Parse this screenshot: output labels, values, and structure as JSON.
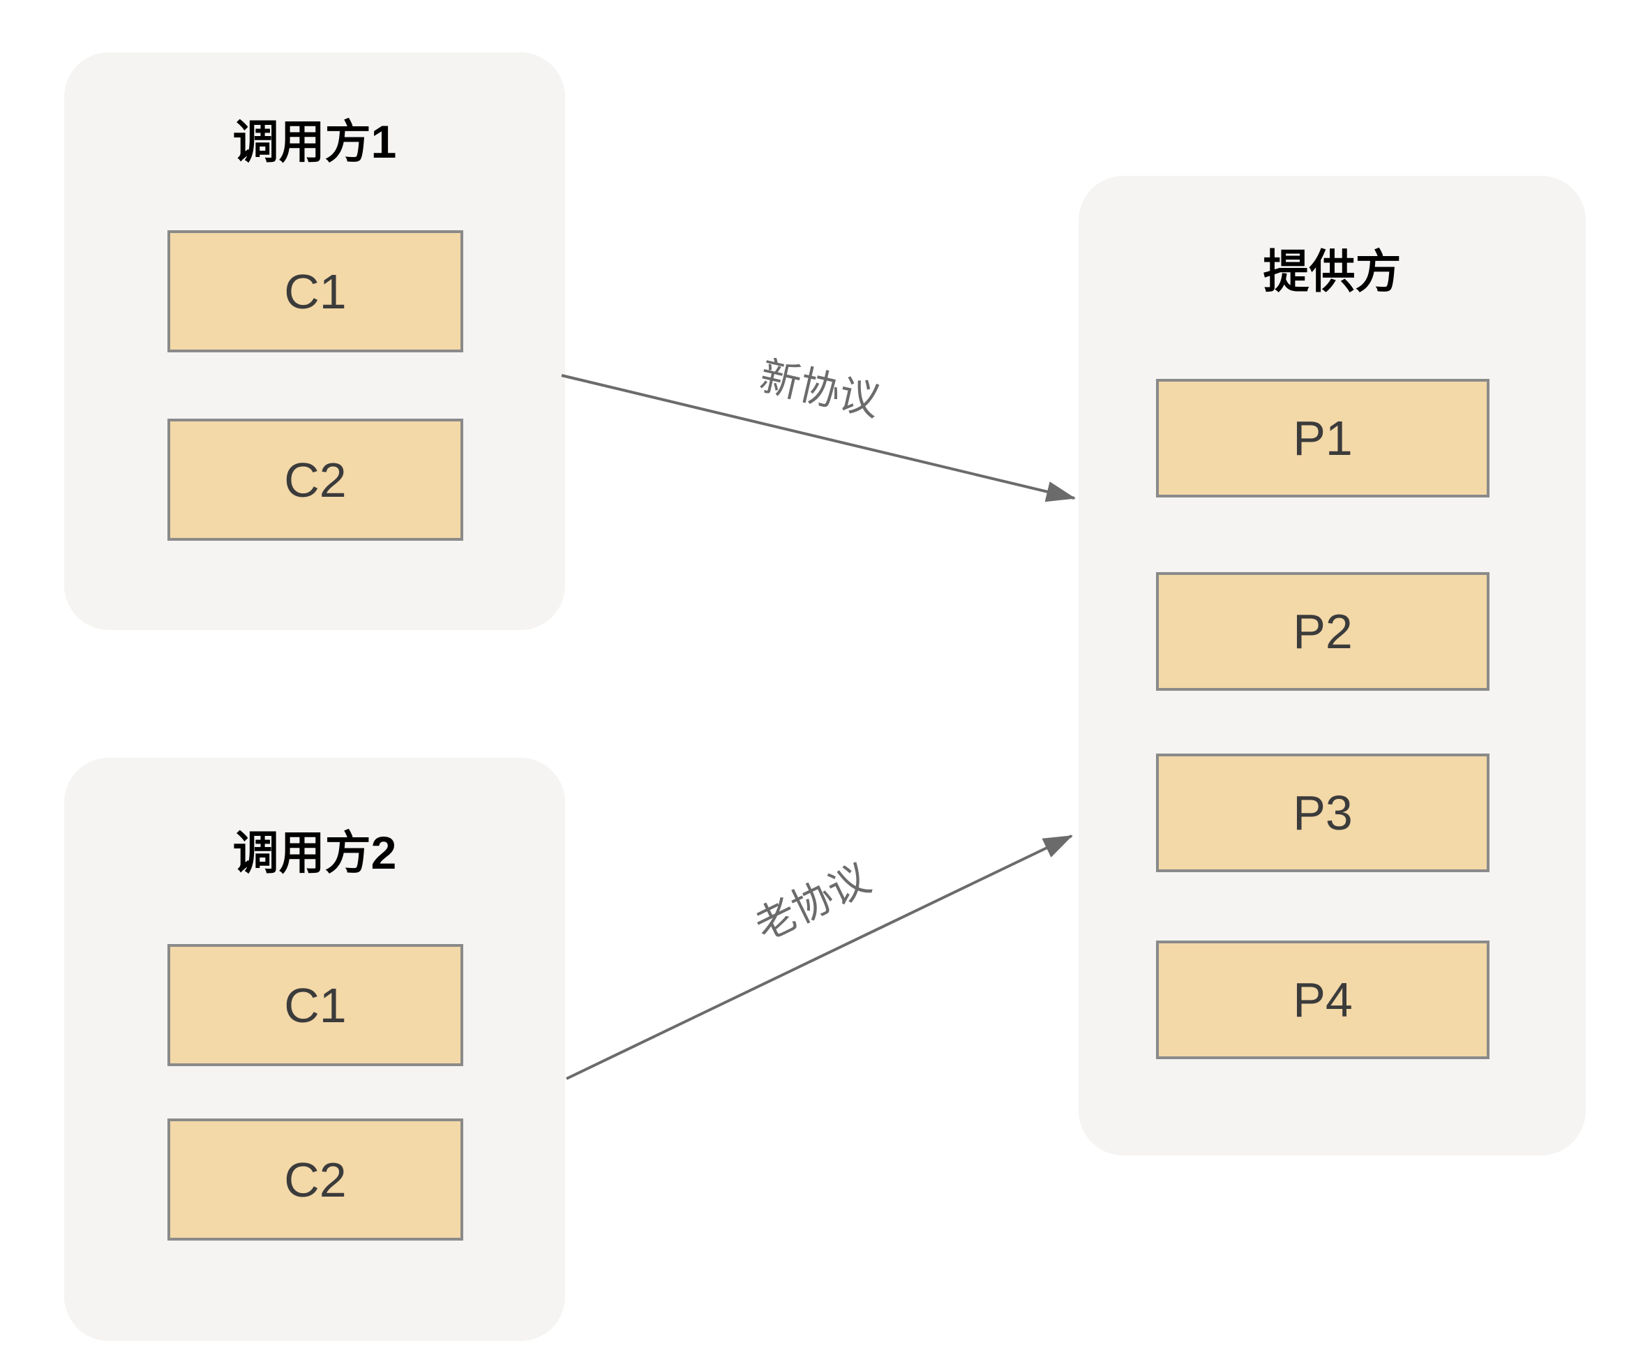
{
  "groups": {
    "caller1": {
      "title": "调用方1",
      "nodes": [
        "C1",
        "C2"
      ]
    },
    "caller2": {
      "title": "调用方2",
      "nodes": [
        "C1",
        "C2"
      ]
    },
    "provider": {
      "title": "提供方",
      "nodes": [
        "P1",
        "P2",
        "P3",
        "P4"
      ]
    }
  },
  "arrows": [
    {
      "label": "新协议",
      "from": "调用方1",
      "to": "提供方"
    },
    {
      "label": "老协议",
      "from": "调用方2",
      "to": "提供方"
    }
  ],
  "colors": {
    "background": "#ffffff",
    "group_fill": "#f5f4f2",
    "node_fill": "#f3d8a8",
    "node_border": "#8a8a8a",
    "node_text": "#3b3b3b",
    "title_text": "#000000",
    "arrow": "#6b6b6b"
  }
}
